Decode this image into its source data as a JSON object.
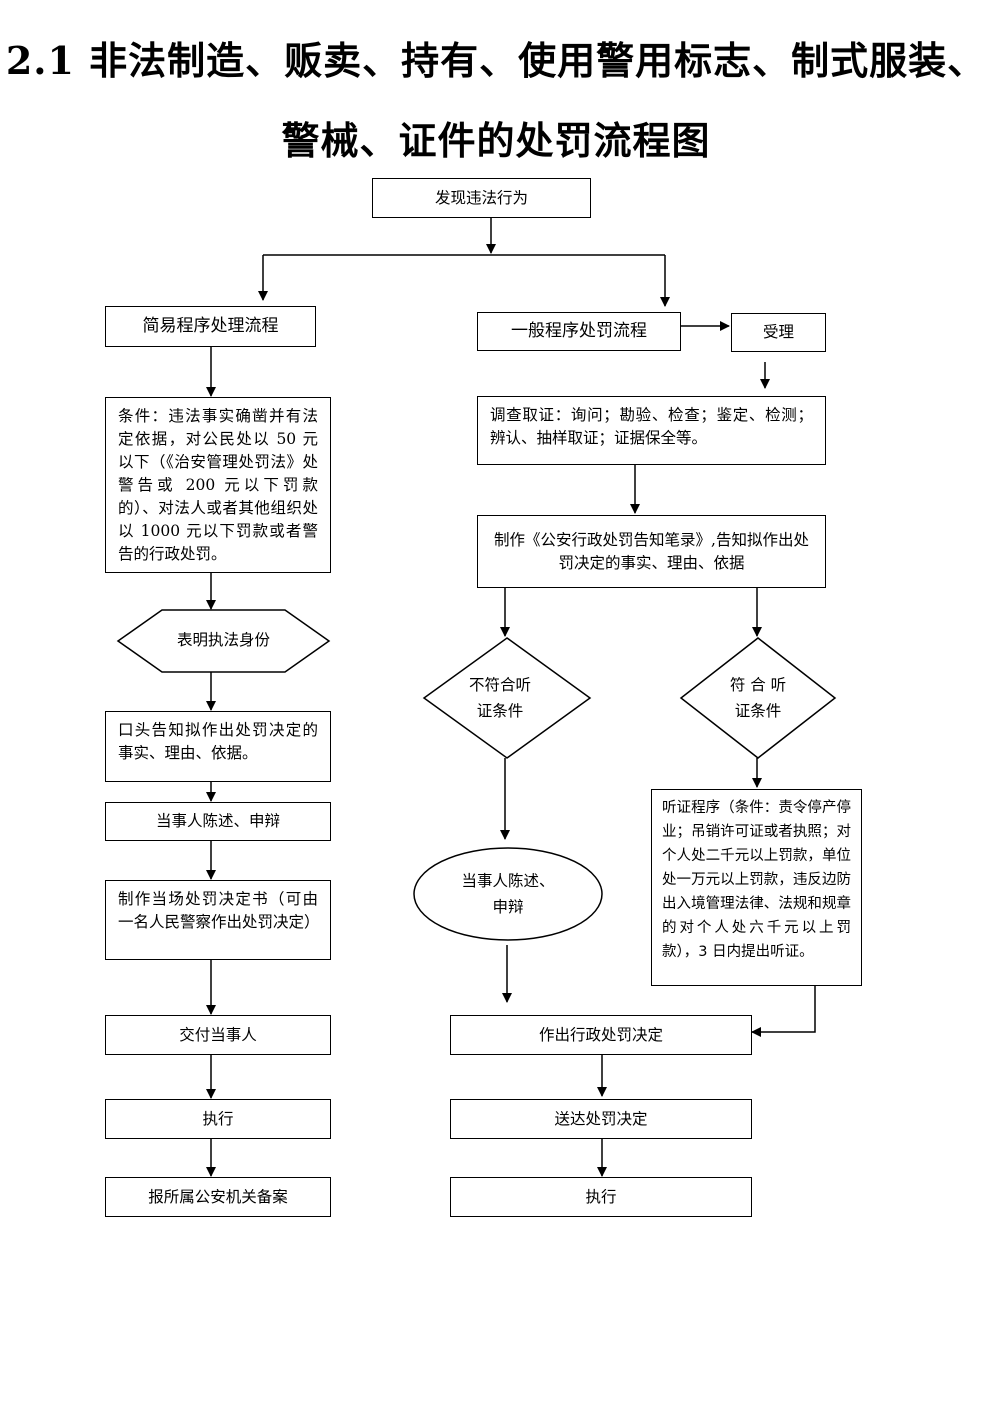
{
  "title": {
    "line1": "2.1 非法制造、贩卖、持有、使用警用标志、制式服装、",
    "line2": "警械、证件的处罚流程图"
  },
  "nodes": {
    "start": "发现违法行为",
    "simple_header": "简易程序处理流程",
    "general_header": "一般程序处罚流程",
    "accept": "受理",
    "simple_condition": "条件：违法事实确凿并有法定依据，对公民处以 50 元以下（《治安管理处罚法》处警告或 200 元以下罚款的）、对法人或者其他组织处以 1000 元以下罚款或者警告的行政处罚。",
    "investigate": "调查取证：询问；勘验、检查；鉴定、检测；辨认、抽样取证；证据保全等。",
    "make_record": "制作《公安行政处罚告知笔录》,告知拟作出处罚决定的事实、理由、依据",
    "identify": "表明执法身份",
    "not_hearing_l1": "不符合听",
    "not_hearing_l2": "证条件",
    "hearing_l1": "符 合 听",
    "hearing_l2": "证条件",
    "oral_notice": "口头告知拟作出处罚决定的事实、理由、依据。",
    "hearing_procedure": "听证程序（条件：责令停产停业；吊销许可证或者执照；对个人处二千元以上罚款，单位处一万元以上罚款，违反边防出入境管理法律、法规和规章的对个人处六千元以上罚款），3 日内提出听证。",
    "simple_statement": "当事人陈述、申辩",
    "general_statement_l1": "当事人陈述、",
    "general_statement_l2": "申辩",
    "onsite_decision": "制作当场处罚决定书（可由一名人民警察作出处罚决定）",
    "deliver": "交付当事人",
    "admin_decision": "作出行政处罚决定",
    "execute_left": "执行",
    "serve": "送达处罚决定",
    "report": "报所属公安机关备案",
    "execute_right": "执行"
  }
}
